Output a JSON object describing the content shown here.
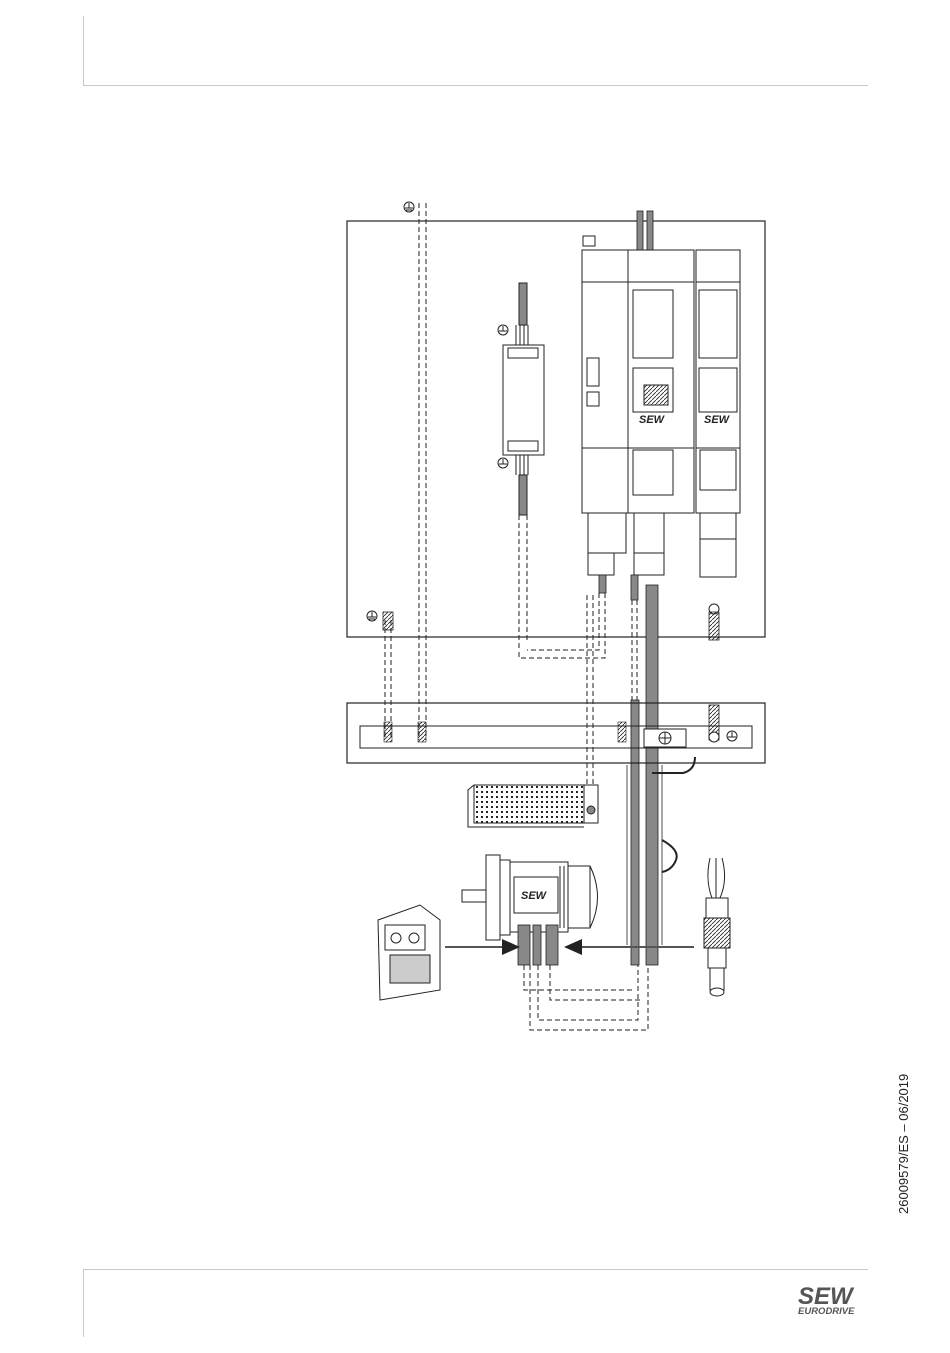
{
  "document": {
    "code": "26009579/ES – 06/2019"
  },
  "logo": {
    "name": "SEW EURODRIVE"
  },
  "drawing": {
    "drive_labels": [
      "SEW",
      "SEW"
    ],
    "motor_label": "SEW"
  },
  "colors": {
    "cable_gray": "#888888",
    "line_black": "#222222",
    "rule_gray": "#c8c8c8"
  }
}
